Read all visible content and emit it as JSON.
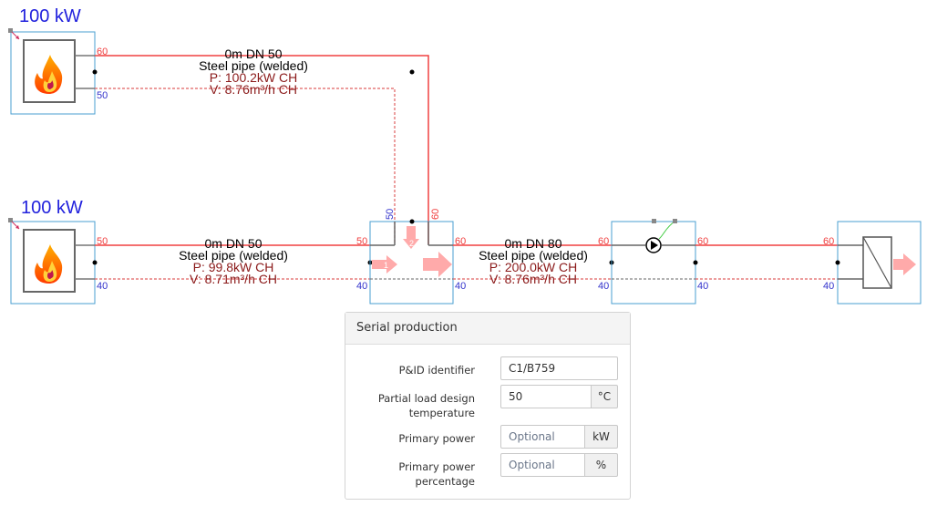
{
  "boilers": [
    {
      "power_label": "100 kW",
      "supply_temp": "60",
      "return_temp": "50"
    },
    {
      "power_label": "100 kW",
      "supply_temp": "50",
      "return_temp": "40"
    }
  ],
  "pipes": [
    {
      "length_dn": "0m DN 50",
      "material": "Steel pipe (welded)",
      "power": "P: 100.2kW CH",
      "flow": "V: 8.76m³/h CH"
    },
    {
      "length_dn": "0m DN 50",
      "material": "Steel pipe (welded)",
      "power": "P: 99.8kW CH",
      "flow": "V: 8.71m³/h CH"
    },
    {
      "length_dn": "0m DN 80",
      "material": "Steel pipe (welded)",
      "power": "P: 200.0kW CH",
      "flow": "V: 8.76m³/h CH"
    }
  ],
  "mixer": {
    "in_supply": "50",
    "in_return": "40",
    "top_supply": "60",
    "top_return": "50",
    "out_supply": "60",
    "out_return": "40",
    "port_1": "1",
    "port_2": "2"
  },
  "pump": {
    "in_supply": "60",
    "in_return": "40",
    "out_supply": "60",
    "out_return": "40"
  },
  "consumer": {
    "supply": "60",
    "return": "40"
  },
  "panel": {
    "title": "Serial production",
    "fields": [
      {
        "label": "P&ID identifier",
        "value": "C1/B759",
        "placeholder": "",
        "unit": ""
      },
      {
        "label_line1": "Partial load design",
        "label_line2": "temperature",
        "value": "50",
        "placeholder": "",
        "unit": "°C"
      },
      {
        "label": "Primary power",
        "value": "",
        "placeholder": "Optional",
        "unit": "kW"
      },
      {
        "label_line1": "Primary power",
        "label_line2": "percentage",
        "value": "",
        "placeholder": "Optional",
        "unit": "%"
      }
    ]
  },
  "colors": {
    "supply": "#f04040",
    "return": "#e06060",
    "box_border": "#4a9fd0",
    "power_label": "#2222dd",
    "temp_return": "#3333cc",
    "pipe_value": "#8b1a1a",
    "arrow": "#ffaaaa"
  }
}
